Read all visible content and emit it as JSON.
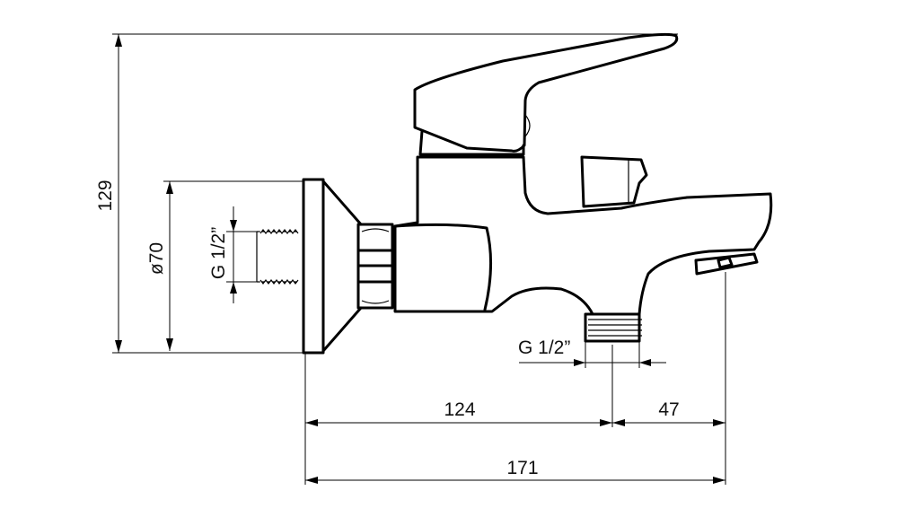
{
  "dimensions": {
    "height_total": "129",
    "diameter_flange": "ø70",
    "thread_inlet": "G 1/2”",
    "thread_outlet": "G 1/2”",
    "width_left": "124",
    "width_right": "47",
    "width_total": "171"
  }
}
